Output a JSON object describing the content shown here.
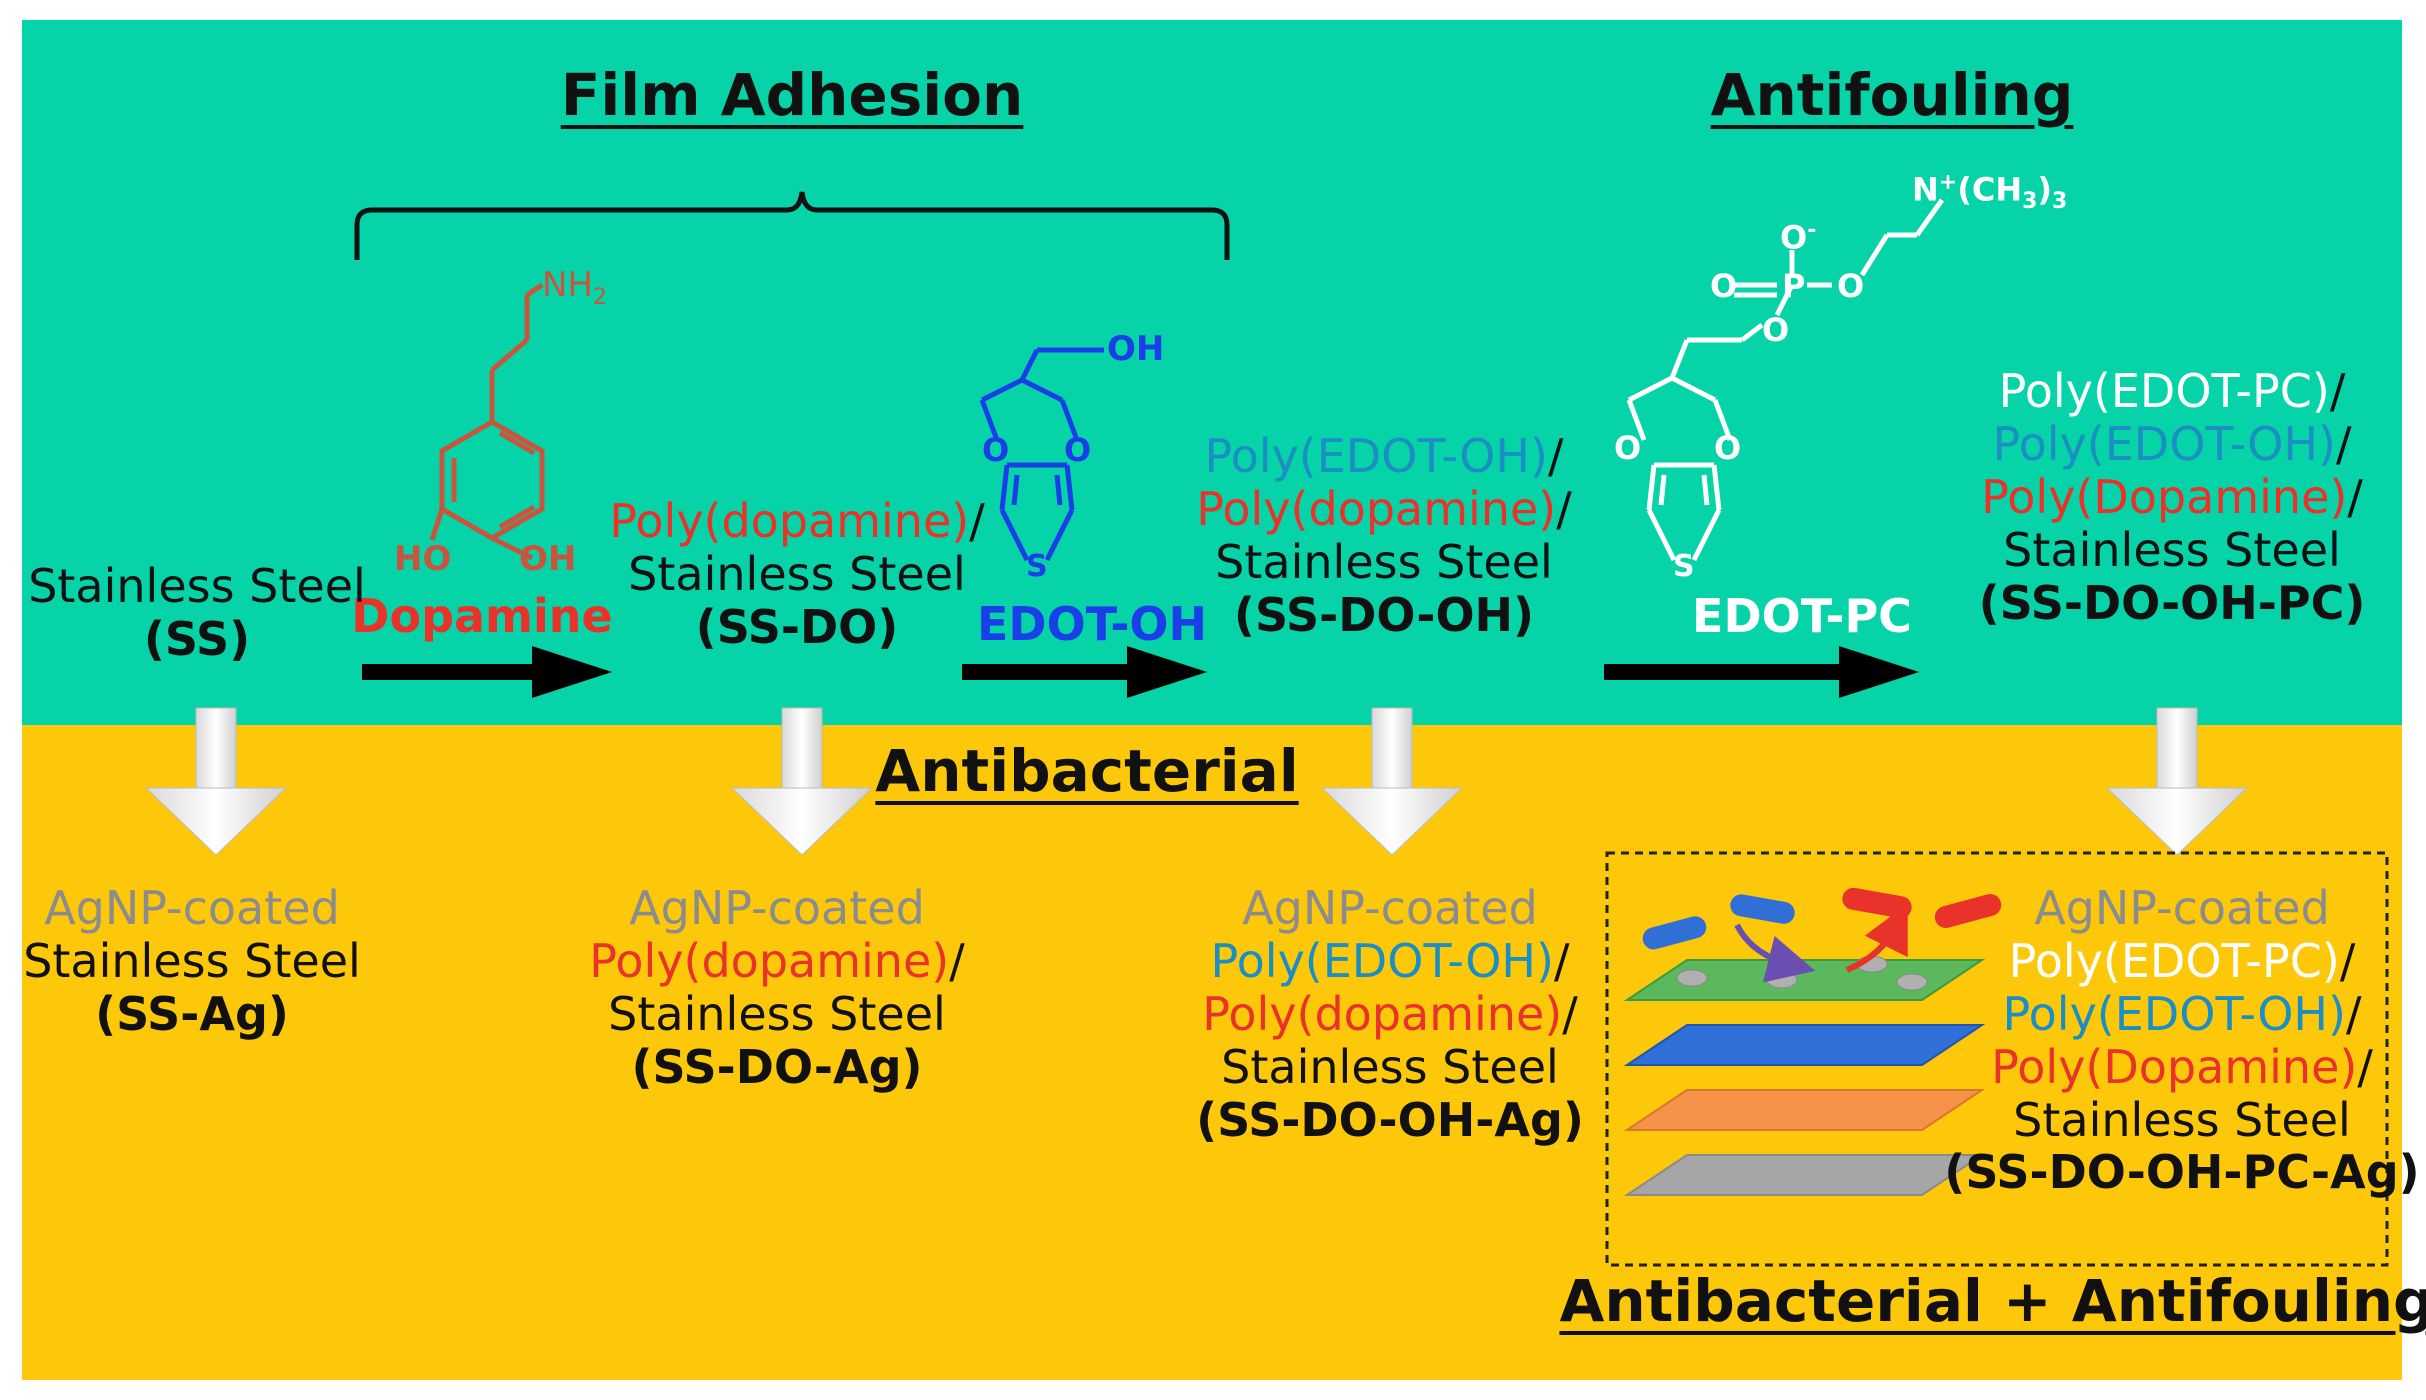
{
  "headings": {
    "film_adhesion": "Film Adhesion",
    "antifouling": "Antifouling",
    "antibacterial": "Antibacterial",
    "combined": "Antibacterial + Antifouling"
  },
  "reagents": {
    "dopamine": {
      "name": "Dopamine",
      "nh2": "NH",
      "nh2_sub": "2",
      "ho": "HO",
      "oh": "OH",
      "color": "#e8322a"
    },
    "edot_oh": {
      "name": "EDOT-OH",
      "oh": "OH",
      "o": "O",
      "s": "S",
      "color": "#1a3fe8"
    },
    "edot_pc": {
      "name": "EDOT-PC",
      "n": "N",
      "n_sup": "+",
      "n_rest": "(CH",
      "n_sub": "3",
      "n_close": ")",
      "n_sub2": "3",
      "o": "O",
      "o_minus": "O",
      "o_sup": "-",
      "p": "P",
      "s": "S",
      "color": "#ffffff"
    }
  },
  "top_stages": {
    "ss": {
      "line1": "Stainless Steel",
      "code": "(SS)"
    },
    "ss_do": {
      "line1": "Poly(dopamine)",
      "slash": "/",
      "line2": "Stainless Steel",
      "code": "(SS-DO)"
    },
    "ss_do_oh": {
      "line1": "Poly(EDOT-OH)",
      "line2": "Poly(dopamine)",
      "slash": "/",
      "line3": "Stainless Steel",
      "code": "(SS-DO-OH)"
    },
    "ss_do_oh_pc": {
      "line1": "Poly(EDOT-PC)",
      "line2": "Poly(EDOT-OH)",
      "line3": "Poly(Dopamine)",
      "slash": "/",
      "line4": "Stainless Steel",
      "code": "(SS-DO-OH-PC)"
    }
  },
  "bottom_stages": {
    "ss_ag": {
      "prefix": "AgNP-coated",
      "line1": "Stainless Steel",
      "code": "(SS-Ag)"
    },
    "ss_do_ag": {
      "prefix": "AgNP-coated",
      "line1": "Poly(dopamine)",
      "slash": "/",
      "line2": "Stainless Steel",
      "code": "(SS-DO-Ag)"
    },
    "ss_do_oh_ag": {
      "prefix": "AgNP-coated",
      "line1": "Poly(EDOT-OH)",
      "line2": "Poly(dopamine)",
      "slash": "/",
      "line3": "Stainless Steel",
      "code": "(SS-DO-OH-Ag)"
    },
    "ss_do_oh_pc_ag": {
      "prefix": "AgNP-coated",
      "line1": "Poly(EDOT-PC)",
      "line2": "Poly(EDOT-OH)",
      "line3": "Poly(Dopamine)",
      "slash": "/",
      "line4": "Stainless Steel",
      "code": "(SS-DO-OH-PC-Ag)"
    }
  },
  "colors": {
    "top_panel": "#06d3a7",
    "bottom_panel": "#fdc80a",
    "dopamine_red": "#e8322a",
    "edot_oh_blue": "#1b8fc3",
    "edot_oh_structure": "#1a3fe8",
    "agnp_gray": "#8c8c8c",
    "layer_green": "#5cb85c",
    "layer_blue": "#2f6fd6",
    "layer_orange": "#f7924a",
    "layer_gray": "#a6a6a6"
  }
}
